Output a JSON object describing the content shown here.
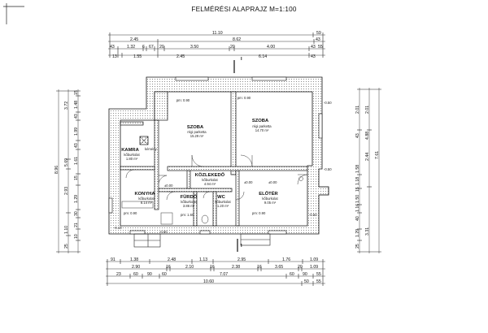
{
  "title": "FELMÉRÉSI ALAPRAJZ M=1:100",
  "section_marks": [
    "I",
    "I"
  ],
  "rooms": [
    {
      "name": "SZOBA",
      "floor": "régi parketta",
      "area": "15.29 m²",
      "ceiling": "pm: 0.90"
    },
    {
      "name": "SZOBA",
      "floor": "régi parketta",
      "area": "14.70 m²",
      "ceiling": "pm: 0.90"
    },
    {
      "name": "KAMRA",
      "floor": "kőburkolat",
      "area": "1.80 m²"
    },
    {
      "name": "KÖZLEKEDŐ",
      "floor": "kőburkolat",
      "area": "4.94 m²"
    },
    {
      "name": "KONYHA",
      "floor": "kőburkolat",
      "area": "8.14 m²"
    },
    {
      "name": "FÜRDŐ",
      "floor": "kőburkolat",
      "area": "3.86 m²"
    },
    {
      "name": "WC",
      "floor": "kőburkolat",
      "area": "1.20 m²"
    },
    {
      "name": "ELŐTÉR",
      "floor": "kőburkolat",
      "area": "9.05 m²"
    }
  ],
  "misc_labels": [
    "kémény",
    "pm: 0.90",
    "pm: 1.60",
    "pm: 0.90",
    "-0.50",
    "-0.50",
    "-0.50",
    "-0.50",
    "-0.10",
    "±0.00",
    "±0.00",
    "±0.00"
  ],
  "dims_top": {
    "row1": [
      "11.10",
      "59"
    ],
    "row2": [
      "2.45",
      "8.62",
      "43"
    ],
    "row3": [
      "43",
      "1.32",
      "6",
      "67",
      "20",
      "3.50",
      "20",
      "4.00",
      "43",
      "55"
    ],
    "row4": [
      "13",
      "1.55",
      "2.45",
      "6.14",
      "43"
    ]
  },
  "dims_bottom": {
    "row1": [
      "91",
      "1.38",
      "2.48",
      "1.13",
      "2.95",
      "1.76",
      "1.09"
    ],
    "row2": [
      "2.90",
      "16",
      "2.10",
      "16",
      "2.38",
      "16",
      "3.65",
      "20",
      "1.09"
    ],
    "row3": [
      "23",
      "60",
      "90",
      "60",
      "7.07",
      "60",
      "90",
      "55"
    ],
    "row4": [
      "10.60",
      "50",
      "55"
    ]
  },
  "dims_left": {
    "outer": [
      "8.96"
    ],
    "mid": [
      "3.72",
      "5.69",
      "2.93",
      "1.10",
      "25"
    ],
    "inner": [
      "15",
      "1.48",
      "43",
      "1.99",
      "43",
      "1.61",
      "15",
      "1.29",
      "30",
      "21",
      "10"
    ]
  },
  "dims_right": {
    "outer": [
      "7.61"
    ],
    "mid": [
      "2.01",
      "4.88",
      "2.44",
      "3.31"
    ],
    "inner": [
      "2.01",
      "43",
      "1.58",
      "1.18",
      "15",
      "1.50",
      "1.16",
      "40",
      "1.29",
      "25"
    ]
  }
}
